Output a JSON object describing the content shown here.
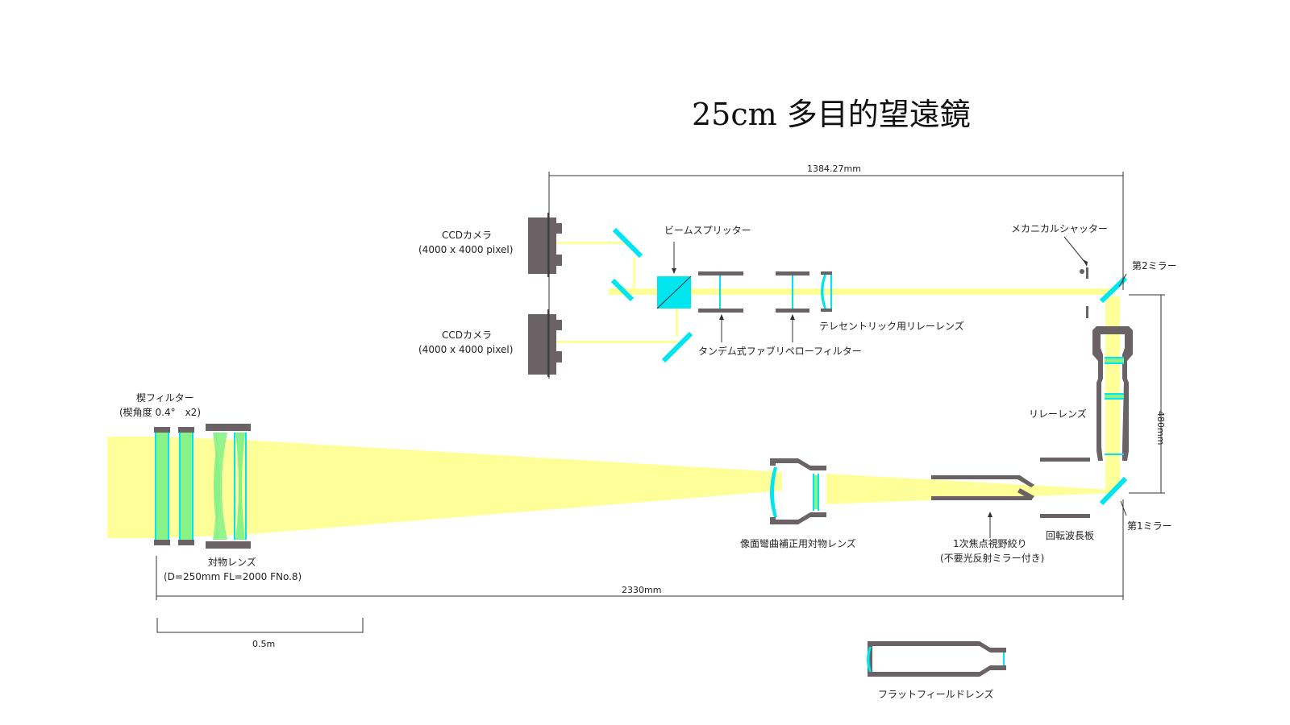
{
  "title": "25cm 多目的望遠鏡",
  "dimensions": {
    "top_width": "1384.27mm",
    "bottom_width": "2330mm",
    "right_height": "480mm",
    "scale_bar": "0.5m"
  },
  "labels": {
    "ccd1_name": "CCDカメラ",
    "ccd1_spec": "(4000 x 4000 pixel)",
    "ccd2_name": "CCDカメラ",
    "ccd2_spec": "(4000 x 4000 pixel)",
    "beam_splitter": "ビームスプリッター",
    "fabry_perot": "タンデム式ファブリペローフィルター",
    "telecentric": "テレセントリック用リレーレンズ",
    "shutter": "メカニカルシャッター",
    "mirror2": "第2ミラー",
    "mirror1": "第1ミラー",
    "relay_lens": "リレーレンズ",
    "wedge_filter": "楔フィルター",
    "wedge_angle": "(楔角度 0.4°　x2)",
    "objective": "対物レンズ",
    "objective_spec": "(D=250mm FL=2000 FNo.8)",
    "field_corrector": "像面彎曲補正用対物レンズ",
    "field_stop_1": "1次焦点視野絞り",
    "field_stop_2": "(不要光反射ミラー付き)",
    "waveplate": "回転波長板",
    "flat_field": "フラットフィールドレンズ"
  },
  "colors": {
    "beam": "#ffff99",
    "glass": "#00e5ee",
    "lens_fill": "#88f288",
    "mount": "#6b6266"
  }
}
